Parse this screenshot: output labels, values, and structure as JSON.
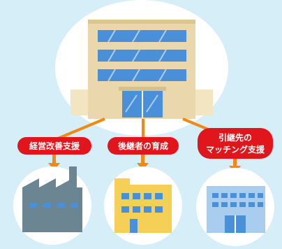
{
  "diagram": {
    "hub": {
      "icon": "office-building-icon"
    },
    "branches": [
      {
        "label": "経営改善支援",
        "icon": "factory-icon"
      },
      {
        "label": "後継者の育成",
        "icon": "small-office-building-icon"
      },
      {
        "label_lines": [
          "引継先の",
          "マッチング支援"
        ],
        "icon": "glass-office-building-icon"
      }
    ]
  },
  "colors": {
    "background": "#d5eef8",
    "circle": "#ffffff",
    "connector": "#f08a14",
    "badge": "#e0161c",
    "badge_text": "#ffffff",
    "building_wall": "#ead7ab",
    "window": "#4a90d9",
    "factory": "#6b8593",
    "office": "#f5cf56",
    "glass_office": "#a8cdef"
  }
}
